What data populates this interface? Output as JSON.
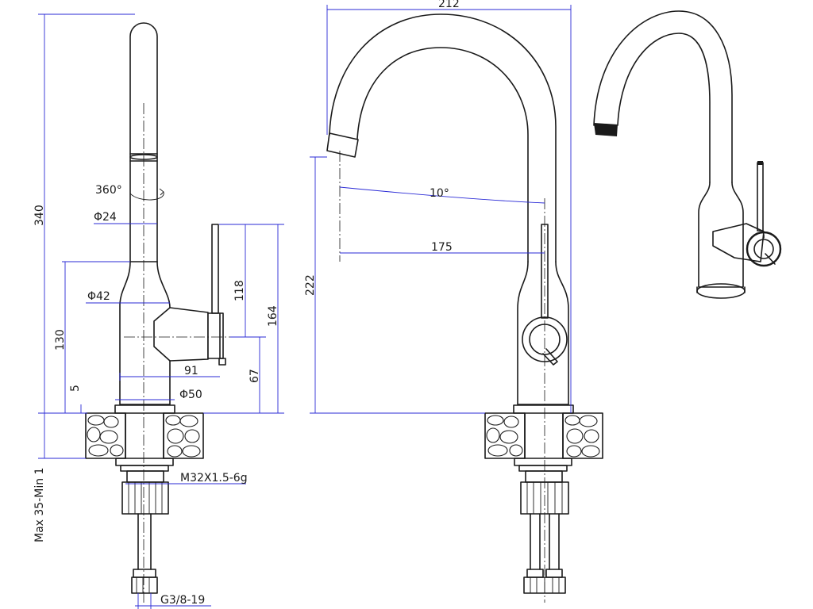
{
  "colors": {
    "outline": "#1a1a1a",
    "dimension": "#2a2ad6",
    "background": "#ffffff"
  },
  "dims": {
    "overall_height": "340",
    "rotation": "360°",
    "spout_diameter": "Φ24",
    "body_diameter": "Φ42",
    "base_diameter": "Φ50",
    "handle_height_from_body": "118",
    "handle_height_total": "164",
    "body_height": "130",
    "handle_axis_height": "67",
    "handle_depth": "91",
    "base_ring": "5",
    "countertop_thickness": "Max 35-Min 1",
    "mount_thread": "M32X1.5-6g",
    "hose_thread": "G3/8-19",
    "reach_total": "212",
    "spout_angle": "10°",
    "spout_reach": "175",
    "outlet_height": "222"
  }
}
